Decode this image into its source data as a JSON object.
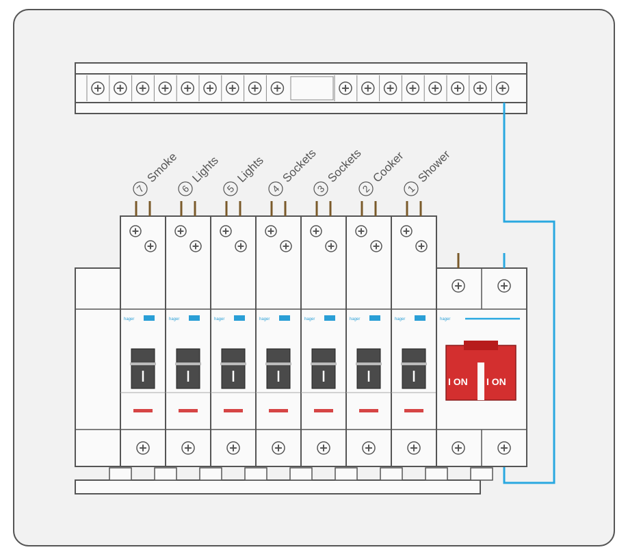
{
  "circuits": [
    {
      "number": "7",
      "label": "Smoke"
    },
    {
      "number": "6",
      "label": "Lights"
    },
    {
      "number": "5",
      "label": "Lights"
    },
    {
      "number": "4",
      "label": "Sockets"
    },
    {
      "number": "3",
      "label": "Sockets"
    },
    {
      "number": "2",
      "label": "Cooker"
    },
    {
      "number": "1",
      "label": "Shower"
    }
  ],
  "main_switch": {
    "left_label": "I ON",
    "right_label": "I ON"
  },
  "colors": {
    "enclosure": "#f2f2f2",
    "outline": "#555555",
    "main_switch": "#d32f2f",
    "live_wire": "#29a8e0",
    "breaker_toggle": "#4a4a4a",
    "trip_indicator": "#d64545"
  }
}
